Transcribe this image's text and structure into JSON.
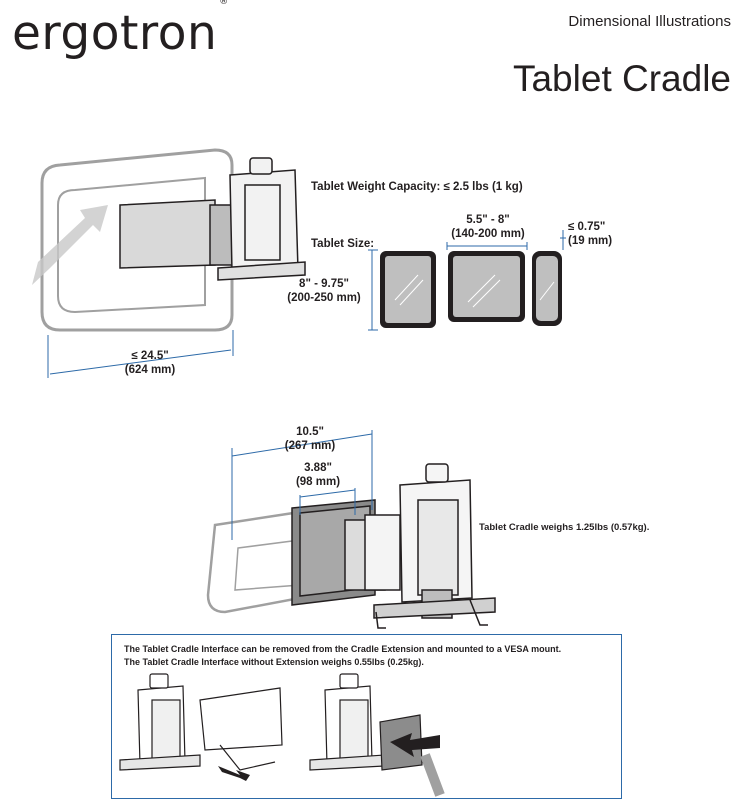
{
  "header": {
    "logo": "ergotron",
    "registered": "®",
    "doc_type": "Dimensional Illustrations",
    "title": "Tablet Cradle"
  },
  "top_figure": {
    "weight_capacity": "Tablet Weight Capacity: ≤ 2.5 lbs (1 kg)",
    "tablet_size_label": "Tablet Size:",
    "width_in": "5.5\" - 8\"",
    "width_mm": "(140-200 mm)",
    "depth_in": "≤ 0.75\"",
    "depth_mm": "(19 mm)",
    "height_in": "8\" - 9.75\"",
    "height_mm": "(200-250 mm)",
    "reach_in": "≤ 24.5\"",
    "reach_mm": "(624 mm)"
  },
  "middle_figure": {
    "dim1_in": "10.5\"",
    "dim1_mm": "(267 mm)",
    "dim2_in": "3.88\"",
    "dim2_mm": "(98 mm)",
    "weight_note": "Tablet Cradle weighs 1.25lbs (0.57kg)."
  },
  "note": {
    "line1": "The Tablet Cradle Interface can be removed from the Cradle Extension and mounted to a VESA mount.",
    "line2": "The Tablet Cradle Interface without Extension weighs 0.55lbs (0.25kg)."
  },
  "colors": {
    "dimension_line": "#2d6aa8",
    "outline": "#231f20",
    "ghost": "#9a9a9a"
  }
}
